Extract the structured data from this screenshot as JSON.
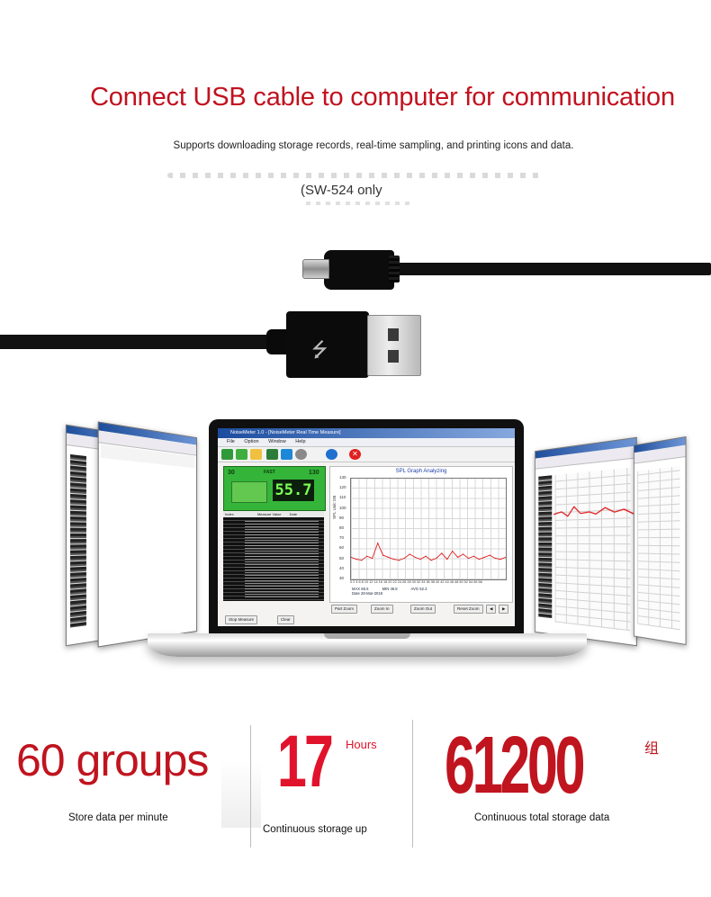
{
  "header": {
    "headline": "Connect USB cable to computer for communication",
    "subline": "Supports downloading storage records, real-time sampling, and printing icons and data.",
    "model_note": "(SW-524 only"
  },
  "colors": {
    "accent_red": "#c1121f",
    "bright_red": "#e1122b",
    "lcd_green": "#35b43a"
  },
  "software": {
    "window_title": "NoiseMeter 1.0 - [NoiseMeter Real Time Measure]",
    "menu": [
      "File",
      "Option",
      "Window",
      "Help"
    ],
    "lcd": {
      "value": "55.7",
      "low": "30",
      "high": "130",
      "mode": "FAST"
    },
    "table_headers": [
      "Index",
      "Measure Value",
      "Date"
    ],
    "graph": {
      "title": "SPL Graph Analyzing",
      "y_label": "SPL Unit: DB",
      "y_ticks": [
        "130",
        "120",
        "110",
        "100",
        "90",
        "80",
        "70",
        "60",
        "50",
        "40",
        "30"
      ],
      "x_ticks": "0 2 4 6 8 10 12 14 16 18 20 22 24 26 28 30 32 34 36 38 40 42 44 46 48 50 52 54 56 58",
      "stats": {
        "max_label": "MAX",
        "max": "66.5",
        "min_label": "MIN",
        "min": "48.8",
        "avg_label": "AVG",
        "avg": "52.3",
        "date_label": "Date",
        "date": "28-Mar-2018"
      }
    },
    "buttons": {
      "stop": "Stop Measure",
      "clear": "Clear",
      "first": "Part Zoom",
      "zoom_in": "Zoom In",
      "zoom_out": "Zoom Out",
      "reset": "Reset Zoom"
    }
  },
  "stats": [
    {
      "value": "60 groups",
      "caption": "Store data per minute"
    },
    {
      "value": "17",
      "unit": "Hours",
      "caption": "Continuous storage up"
    },
    {
      "value": "61200",
      "unit": "组",
      "caption": "Continuous total storage data"
    }
  ],
  "chart_data": {
    "type": "line",
    "title": "SPL Graph Analyzing",
    "ylabel": "SPL Unit: DB",
    "ylim": [
      30,
      130
    ],
    "x": [
      0,
      2,
      4,
      6,
      8,
      10,
      12,
      14,
      16,
      18,
      20,
      22,
      24,
      26,
      28,
      30,
      32,
      34,
      36,
      38,
      40,
      42,
      44,
      46,
      48,
      50,
      52,
      54,
      56,
      58
    ],
    "series": [
      {
        "values": [
          52,
          50,
          49,
          53,
          51,
          66,
          54,
          52,
          50,
          49,
          51,
          55,
          52,
          50,
          53,
          49,
          51,
          56,
          50,
          58,
          52,
          55,
          51,
          53,
          50,
          52,
          54,
          51,
          50,
          52
        ]
      }
    ]
  }
}
